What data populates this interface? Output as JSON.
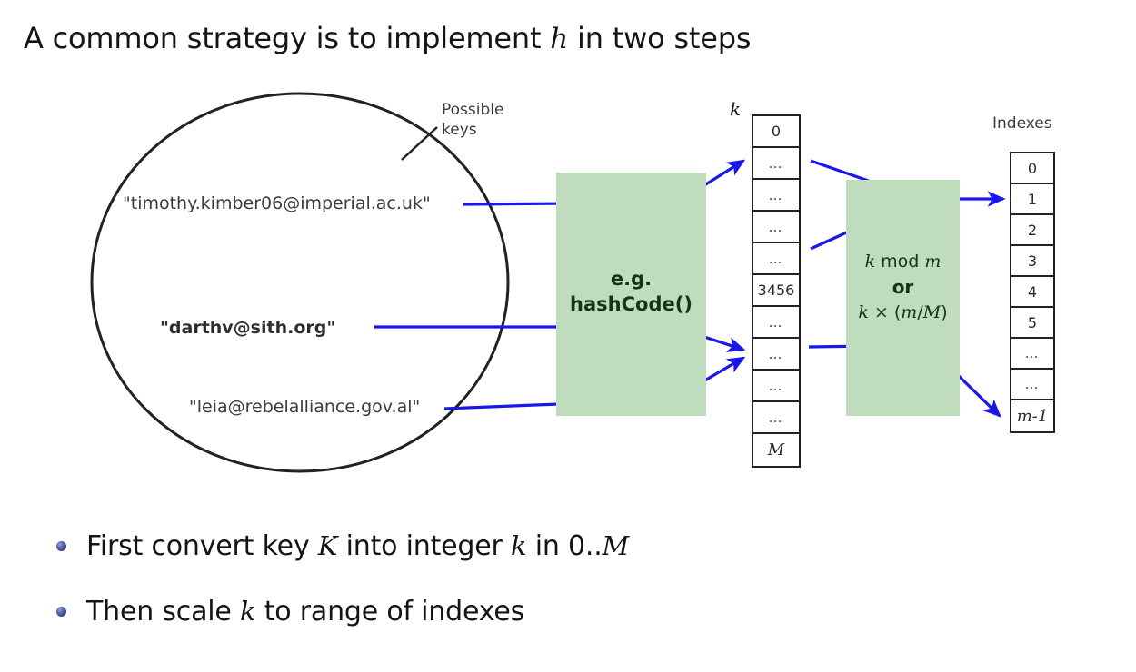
{
  "slide": {
    "title_parts": [
      "A common strategy is to implement ",
      "h",
      " in two steps"
    ],
    "title_plain": "A common strategy is to implement h in two steps"
  },
  "diagram": {
    "possible_keys_caption_line1": "Possible",
    "possible_keys_caption_line2": "keys",
    "k_caption": "k",
    "indexes_caption": "Indexes",
    "keys": [
      {
        "label": "\"timothy.kimber06@imperial.ac.uk\"",
        "emphasis": "normal"
      },
      {
        "label": "\"darthv@sith.org\"",
        "emphasis": "bold"
      },
      {
        "label": "\"leia@rebelalliance.gov.al\"",
        "emphasis": "normal"
      }
    ],
    "hash_box": {
      "line1": "e.g.",
      "line2": "hashCode()",
      "color": "#bfdcbd"
    },
    "scale_box": {
      "line1_pre": "k",
      "line1_mid": " mod ",
      "line1_post": "m",
      "line2": "or",
      "line3_a": "k",
      "line3_b": " × (",
      "line3_c": "m",
      "line3_d": "/",
      "line3_e": "M",
      "line3_f": ")",
      "color": "#bfdcbd"
    },
    "k_column": [
      "0",
      "…",
      "…",
      "…",
      "…",
      "3456",
      "…",
      "…",
      "…",
      "…",
      "M"
    ],
    "k_column_italic_cells": [
      10
    ],
    "index_column": [
      "0",
      "1",
      "2",
      "3",
      "4",
      "5",
      "…",
      "…",
      "m-1"
    ],
    "index_column_italic_cells": [
      8
    ],
    "arrow_color": "#1a18e8",
    "outline_color": "#222222"
  },
  "bullets": [
    {
      "parts": [
        "First convert key ",
        "K",
        " into integer ",
        "k",
        " in 0..",
        "M"
      ],
      "italic_indices": [
        1,
        3,
        5
      ],
      "plain": "First convert key K into integer k in 0..M"
    },
    {
      "parts": [
        "Then scale ",
        "k",
        " to range of indexes"
      ],
      "italic_indices": [
        1
      ],
      "plain": "Then scale k to range of indexes"
    }
  ]
}
